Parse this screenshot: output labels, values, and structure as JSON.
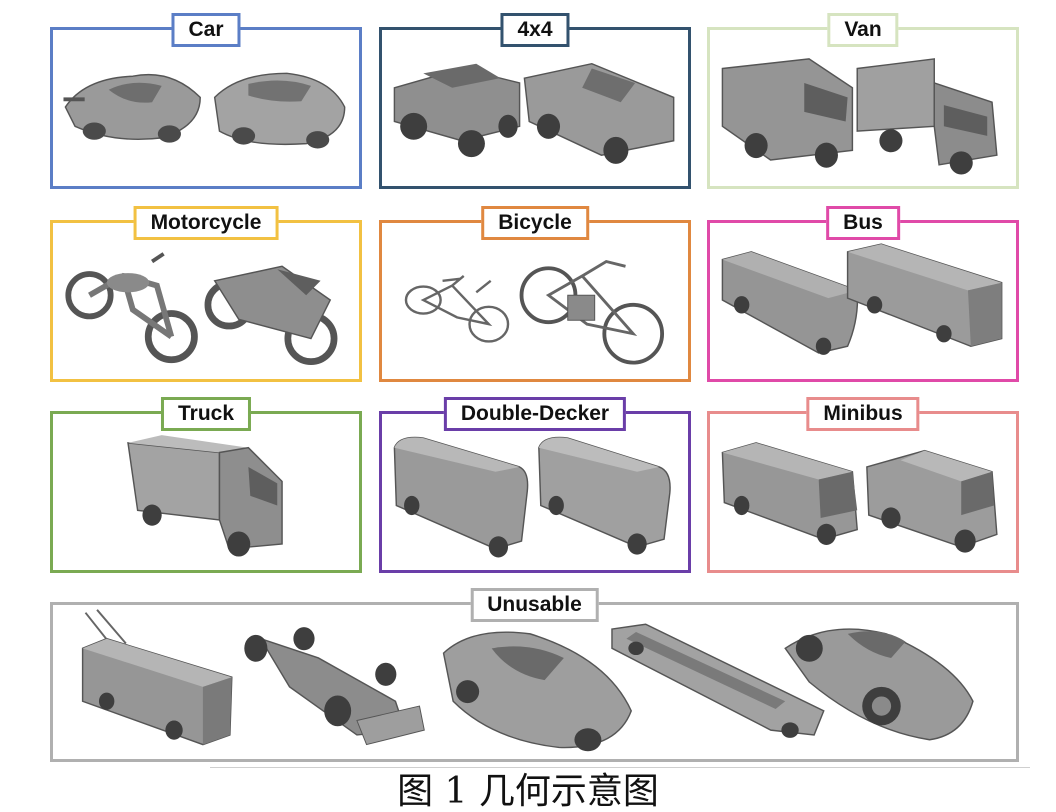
{
  "categories": [
    {
      "label": "Car",
      "color": "#5b7ec6",
      "icons": [
        "sports-car",
        "sedan"
      ]
    },
    {
      "label": "4x4",
      "color": "#33526e",
      "icons": [
        "hummer",
        "pickup-truck"
      ]
    },
    {
      "label": "Van",
      "color": "#d6e4c0",
      "icons": [
        "van",
        "box-van"
      ]
    },
    {
      "label": "Motorcycle",
      "color": "#f2c142",
      "icons": [
        "cruiser-motorcycle",
        "sport-motorcycle"
      ]
    },
    {
      "label": "Bicycle",
      "color": "#e08840",
      "icons": [
        "bmx-bicycle",
        "vintage-bicycle"
      ]
    },
    {
      "label": "Bus",
      "color": "#e04aa8",
      "icons": [
        "coach-bus",
        "city-bus"
      ]
    },
    {
      "label": "Truck",
      "color": "#7aaa52",
      "icons": [
        "box-truck"
      ]
    },
    {
      "label": "Double-Decker",
      "color": "#6a3ea8",
      "icons": [
        "double-decker-bus",
        "double-decker-bus"
      ]
    },
    {
      "label": "Minibus",
      "color": "#e88c8c",
      "icons": [
        "minibus",
        "camper-van"
      ]
    },
    {
      "label": "Unusable",
      "color": "#b0b0b0",
      "icons": [
        "trolleybus",
        "formula-car",
        "supercar",
        "limousine",
        "vintage-race-car"
      ]
    }
  ],
  "caption": "图 1  几何示意图"
}
